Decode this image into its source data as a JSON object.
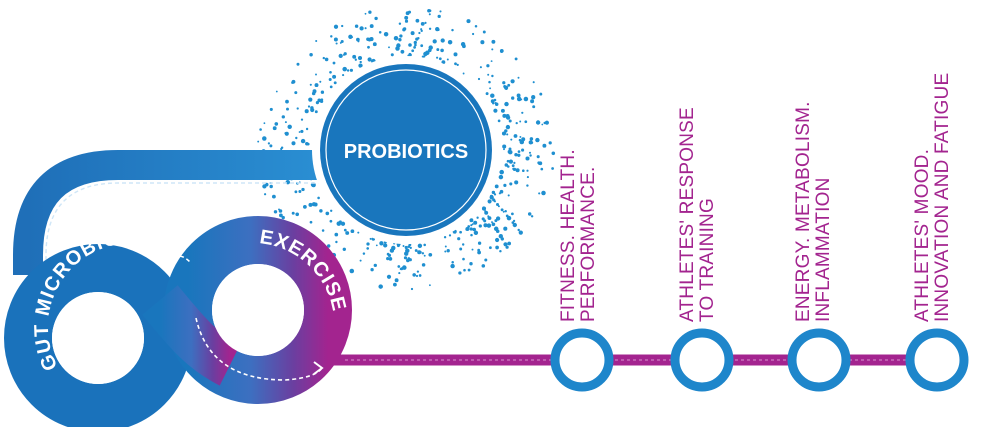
{
  "colors": {
    "blue": "#1976bd",
    "blue_light": "#2a9ad6",
    "purple": "#a3248f",
    "violet": "#6a3fa0",
    "dots": "#1f8fd0",
    "white": "#ffffff"
  },
  "hub": {
    "label": "PROBIOTICS"
  },
  "loop": {
    "left_label": "GUT MICROBIOTA",
    "right_label": "EXERCISE"
  },
  "milestones": [
    {
      "line1": "FITNESS. HEALTH.",
      "line2": "PERFORMANCE."
    },
    {
      "line1": "ATHLETES' RESPONSE",
      "line2": "TO TRAINING"
    },
    {
      "line1": "ENERGY. METABOLISM.",
      "line2": "INFLAMMATION"
    },
    {
      "line1": "ATHLETES' MOOD.",
      "line2": "INNOVATION AND FATIGUE"
    }
  ]
}
